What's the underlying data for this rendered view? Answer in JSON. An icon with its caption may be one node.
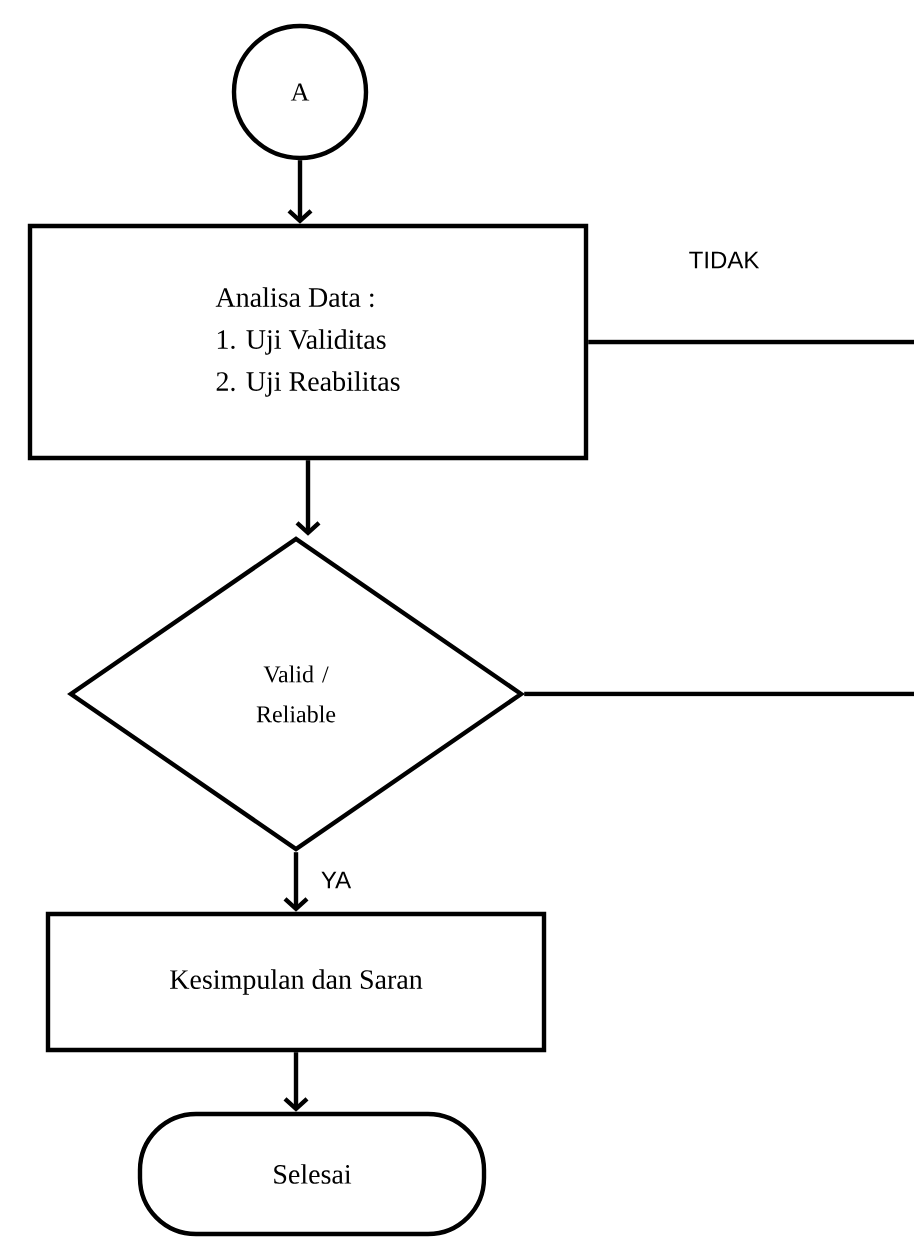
{
  "diagram": {
    "nodes": [
      {
        "text": [
          "A"
        ]
      },
      {
        "text": [
          "Analisa Data :",
          "1. Uji Validitas",
          "2. Uji Reabilitas"
        ]
      },
      {
        "text": [
          "Valid / Reliable"
        ]
      },
      {
        "text": [
          "Kesimpulan dan Saran"
        ]
      },
      {
        "text": [
          "Selesai"
        ]
      }
    ],
    "edges": [
      {
        "from": 0,
        "to": 1,
        "arrow": "to"
      },
      {
        "from": 1,
        "to": 2,
        "arrow": "to"
      },
      {
        "from": 2,
        "to": 3,
        "arrow": "to",
        "label": "YA"
      },
      {
        "from": 3,
        "to": 4,
        "arrow": "to"
      },
      {
        "from": 1,
        "to": null,
        "arrow": "none",
        "label": "TIDAK"
      },
      {
        "from": 2,
        "to": null,
        "arrow": "none"
      }
    ]
  }
}
